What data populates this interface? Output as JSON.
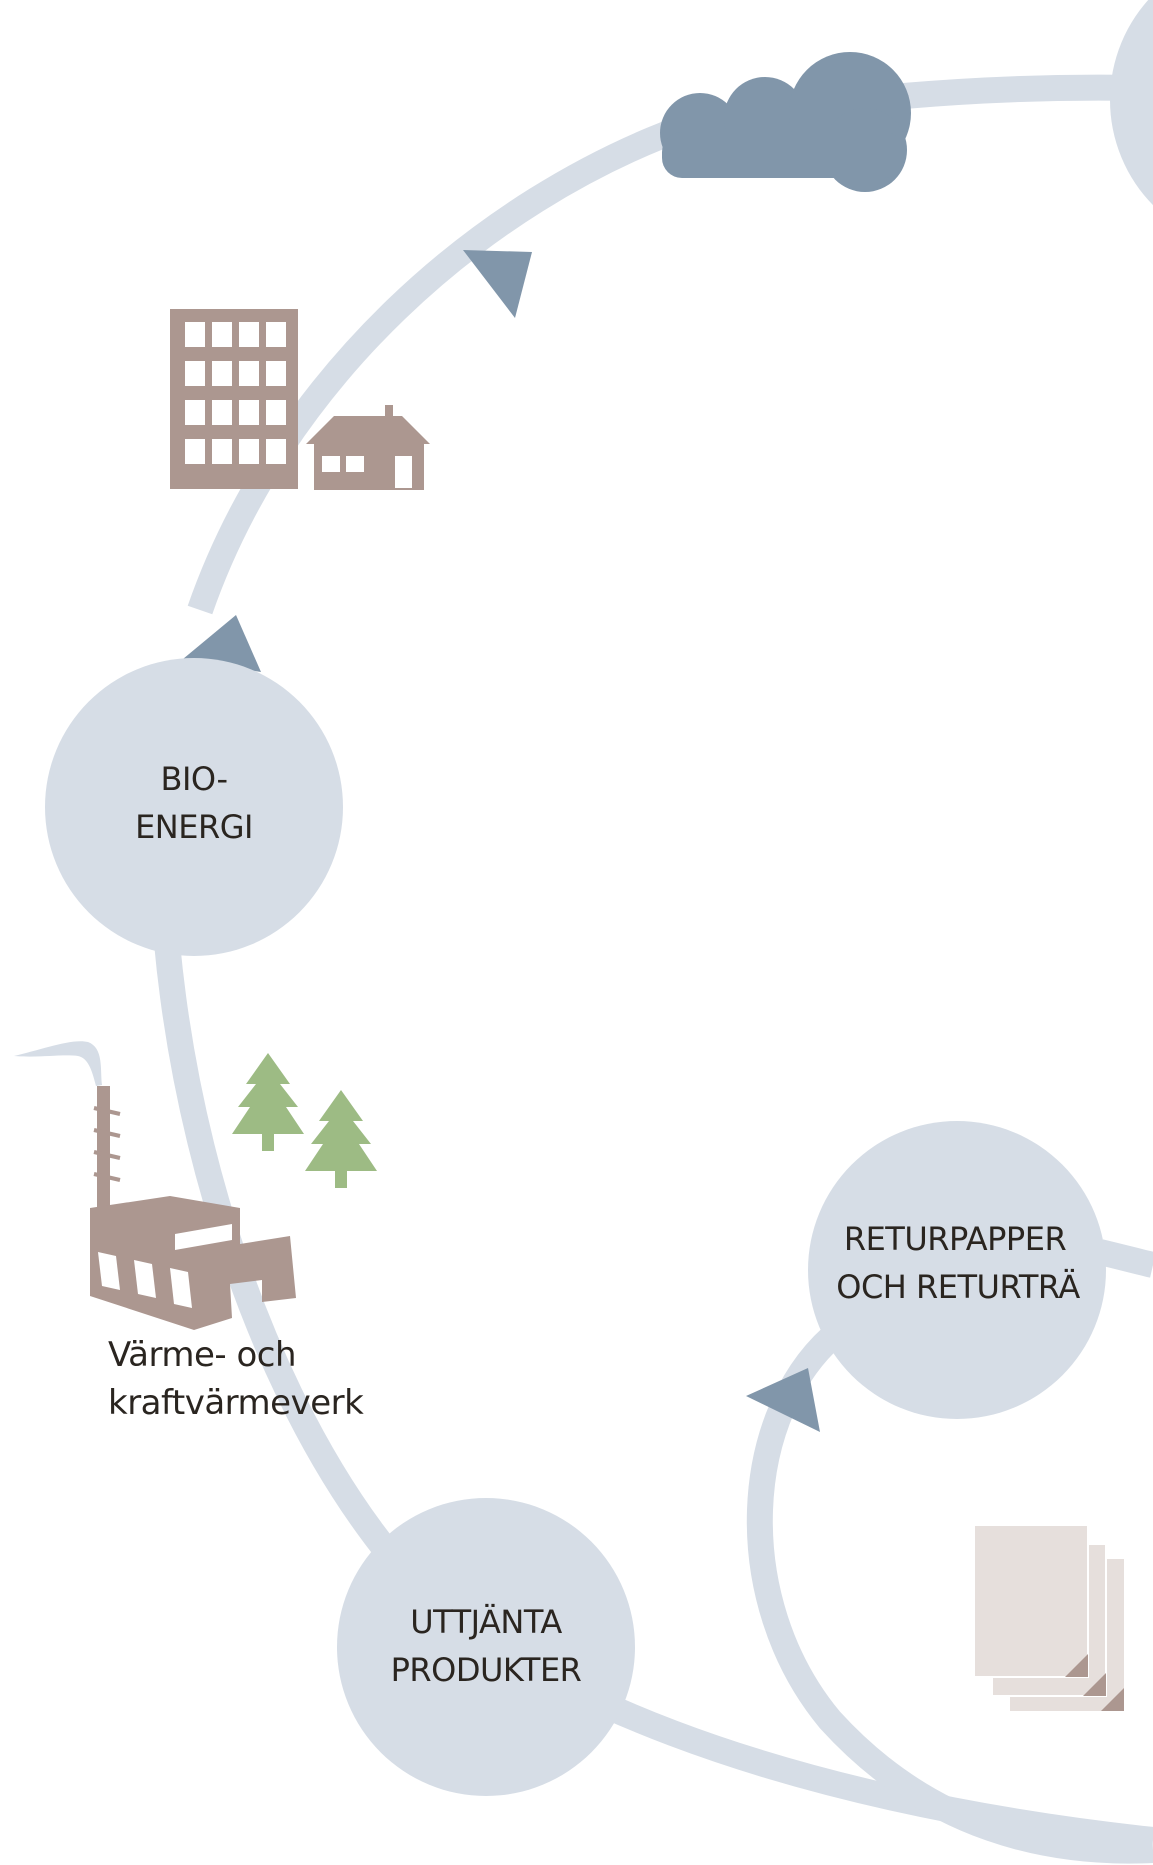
{
  "nodes": {
    "bioenergi": {
      "line1": "BIO-",
      "line2": "ENERGI"
    },
    "returpapper": {
      "line1": "RETURPAPPER",
      "line2": "OCH RETURTRÄ"
    },
    "uttjanta": {
      "line1": "UTTJÄNTA",
      "line2": "PRODUKTER"
    }
  },
  "captions": {
    "plant_line1": "Värme- och",
    "plant_line2": "kraftvärmeverk"
  },
  "colors": {
    "cycle_track": "#d6dde6",
    "node_fill": "#d6dde6",
    "arrow": "#8196aa",
    "cloud": "#8196aa",
    "building": "#ac9790",
    "tree": "#9dbb84",
    "paper": "#e6dfdc",
    "paper_corner": "#ac9790"
  },
  "icons": [
    "cloud-icon",
    "apartment-building-icon",
    "house-icon",
    "tree-icon",
    "factory-icon",
    "paper-stack-icon"
  ]
}
